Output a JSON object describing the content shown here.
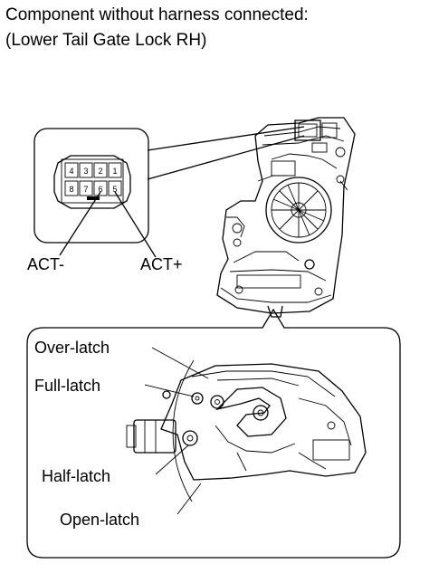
{
  "title": {
    "line1": "Component without harness connected:",
    "line2": "(Lower Tail Gate Lock RH)"
  },
  "connector": {
    "pins_top": [
      "4",
      "3",
      "2",
      "1"
    ],
    "pins_bottom": [
      "8",
      "7",
      "6",
      "5"
    ]
  },
  "labels": {
    "act_minus": "ACT-",
    "act_plus": "ACT+",
    "over_latch": "Over-latch",
    "full_latch": "Full-latch",
    "half_latch": "Half-latch",
    "open_latch": "Open-latch"
  }
}
